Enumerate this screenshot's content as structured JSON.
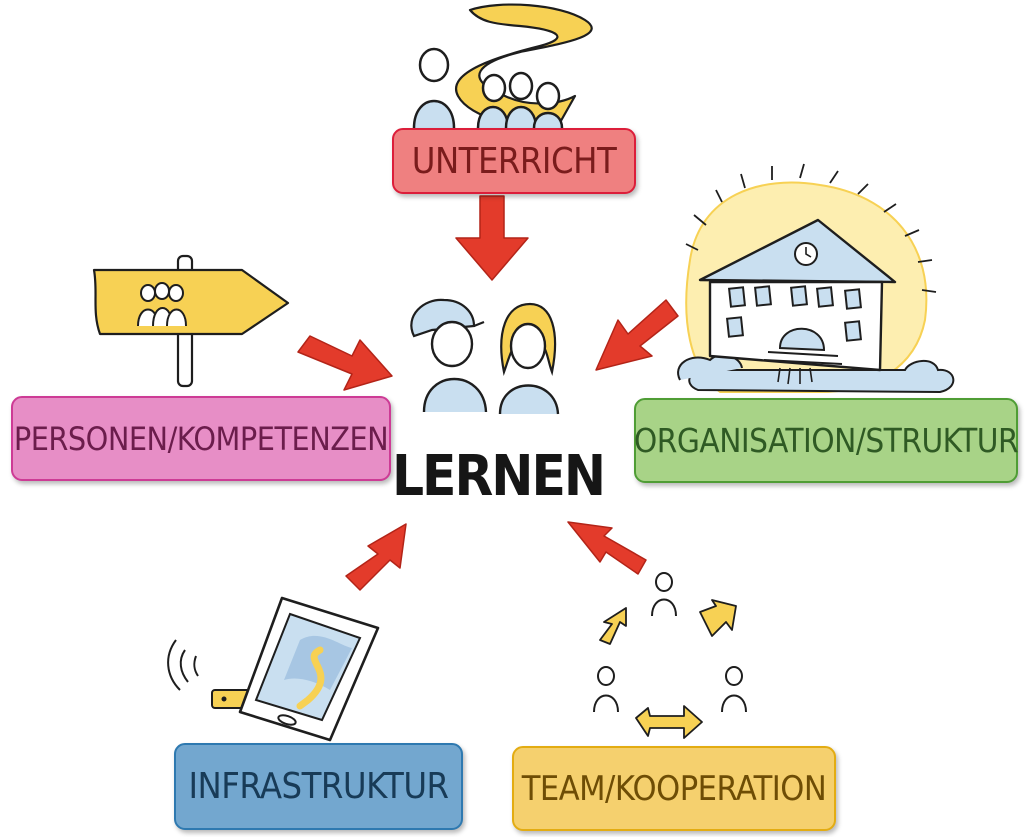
{
  "center": {
    "label": "LERNEN"
  },
  "boxes": {
    "unterricht": {
      "label": "UNTERRICHT",
      "fill": "#ef8080",
      "border": "#dc1e3a",
      "text": "#7a1c1c"
    },
    "personen": {
      "label": "PERSONEN/KOMPETENZEN",
      "fill": "#e78ec6",
      "border": "#cd3b95",
      "text": "#6b1d4c"
    },
    "organisation": {
      "label": "ORGANISATION/STRUKTUR",
      "fill": "#a8d387",
      "border": "#4f9d35",
      "text": "#2f5a24"
    },
    "infrastruktur": {
      "label": "INFRASTRUKTUR",
      "fill": "#73a7cf",
      "border": "#2e79b0",
      "text": "#183b57"
    },
    "team": {
      "label": "TEAM/KOOPERATION",
      "fill": "#f5d06e",
      "border": "#e3ac12",
      "text": "#6e4d05"
    }
  },
  "colors": {
    "arrow": "#e33b2b",
    "arrow_dark": "#b32418",
    "ink": "#1e1e1e",
    "sketch_blue": "#c9dff0",
    "sketch_yellow": "#f7d154"
  },
  "icons": {
    "unterricht": "path-and-group-icon",
    "personen": "signpost-group-icon",
    "organisation": "school-building-icon",
    "infrastruktur": "tablet-router-icon",
    "team": "team-cycle-icon"
  }
}
